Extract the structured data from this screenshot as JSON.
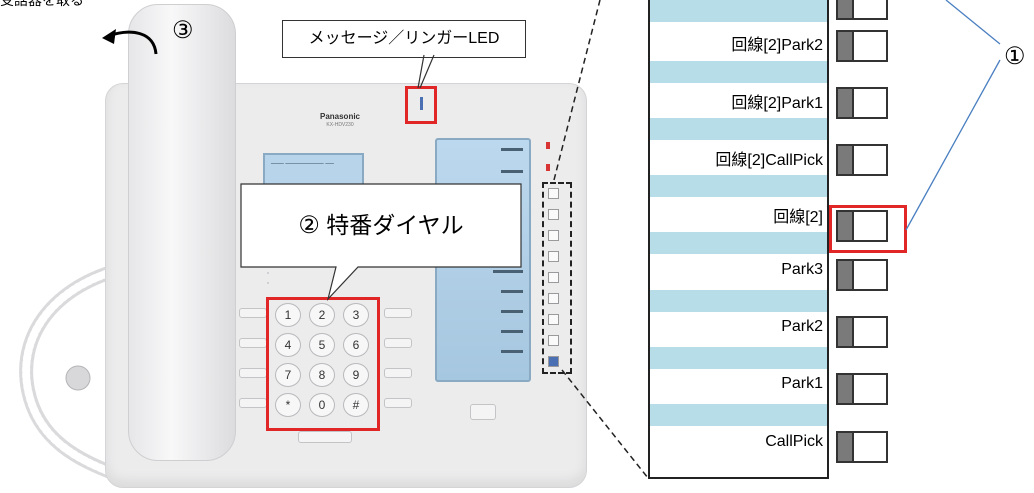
{
  "callout_label": "メッセージ／リンガーLED",
  "special_dial": {
    "number": "②",
    "text": "特番ダイヤル"
  },
  "handset_step": "③",
  "line_keys_step": "①",
  "handset_top_text": "受話器を取る",
  "phone": {
    "brand": "Panasonic",
    "model": "KX-HDV230"
  },
  "keypad": [
    "1",
    "2",
    "3",
    "4",
    "5",
    "6",
    "7",
    "8",
    "9",
    "*",
    "0",
    "#"
  ],
  "line_keys": [
    {
      "label": "回線[2]Park2"
    },
    {
      "label": "回線[2]Park1"
    },
    {
      "label": "回線[2]CallPick"
    },
    {
      "label": "回線[2]",
      "highlighted": true
    },
    {
      "label": "Park3"
    },
    {
      "label": "Park2"
    },
    {
      "label": "Park1"
    },
    {
      "label": "CallPick"
    }
  ],
  "colors": {
    "highlight": "#e02626",
    "stripe": "#b7dde8",
    "connector": "#4a7fc1"
  }
}
